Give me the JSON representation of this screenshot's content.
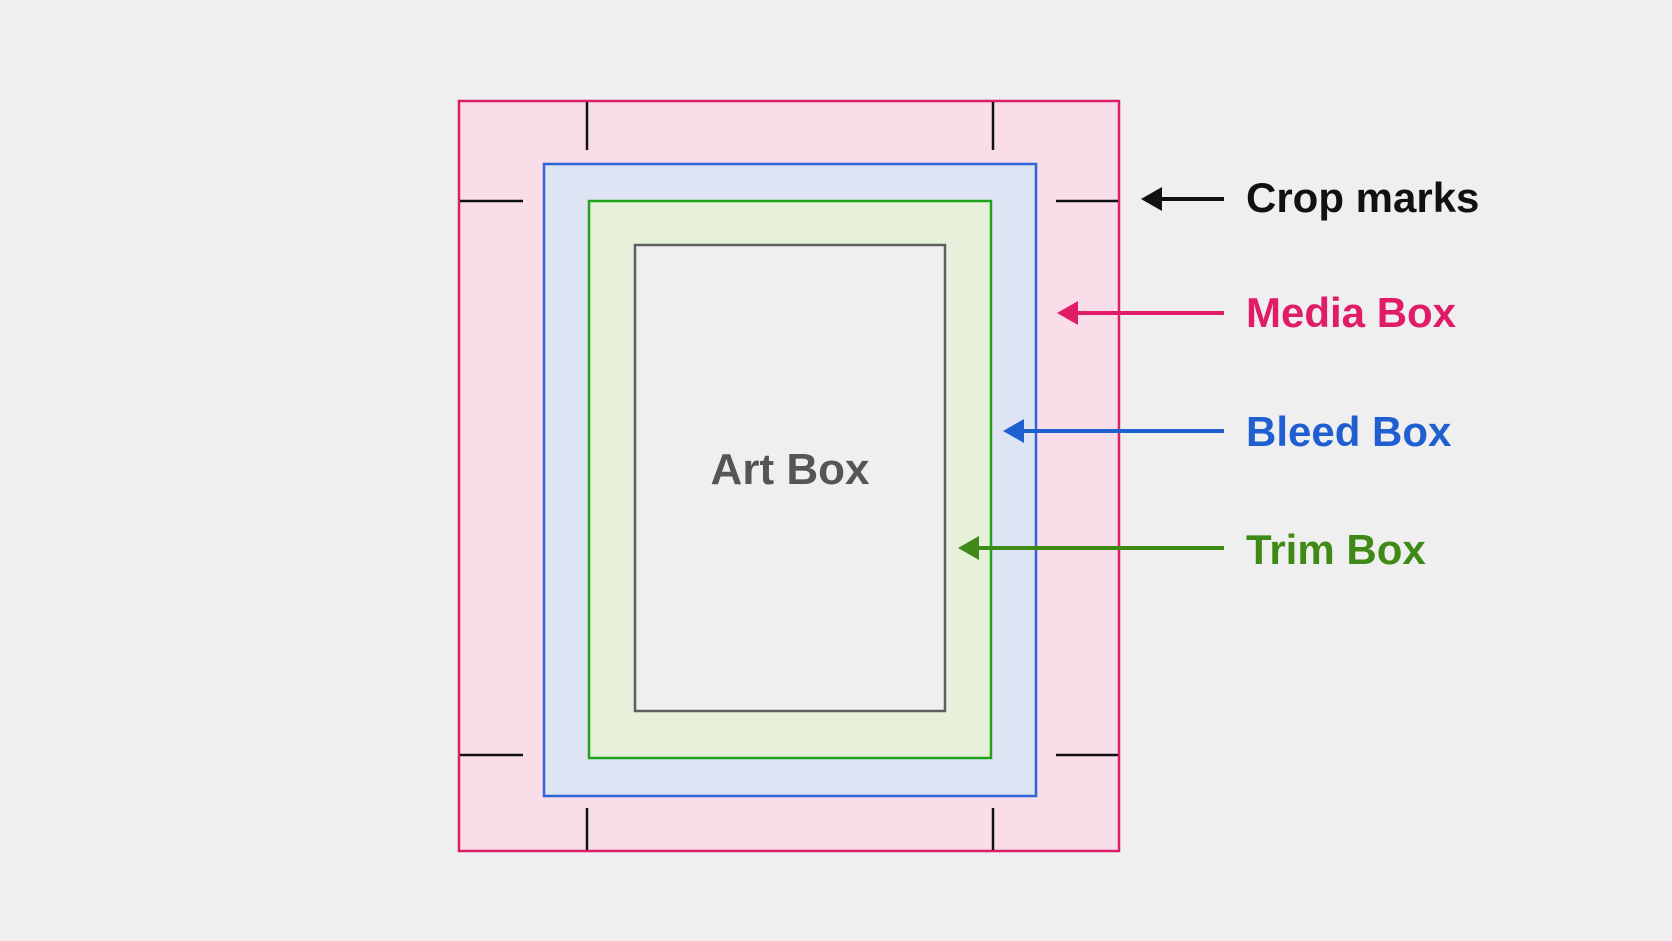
{
  "labels": {
    "art_box": "Art Box",
    "crop_marks": "Crop marks",
    "media_box": "Media Box",
    "bleed_box": "Bleed Box",
    "trim_box": "Trim Box"
  },
  "colors": {
    "background": "#efefef",
    "media": "#dc1e6a",
    "media_fill": "#f9dde8",
    "bleed": "#2e66d6",
    "bleed_fill": "#dfe4f4",
    "trim": "#22a31e",
    "trim_fill": "#e6f0db",
    "art": "#5f5f5f",
    "art_fill": "#efefef",
    "crop": "#111111",
    "trim_label": "#3f8a16",
    "bleed_label": "#1f5fcf",
    "media_label": "#e01b68",
    "crop_label": "#111111",
    "art_label": "#555555"
  }
}
